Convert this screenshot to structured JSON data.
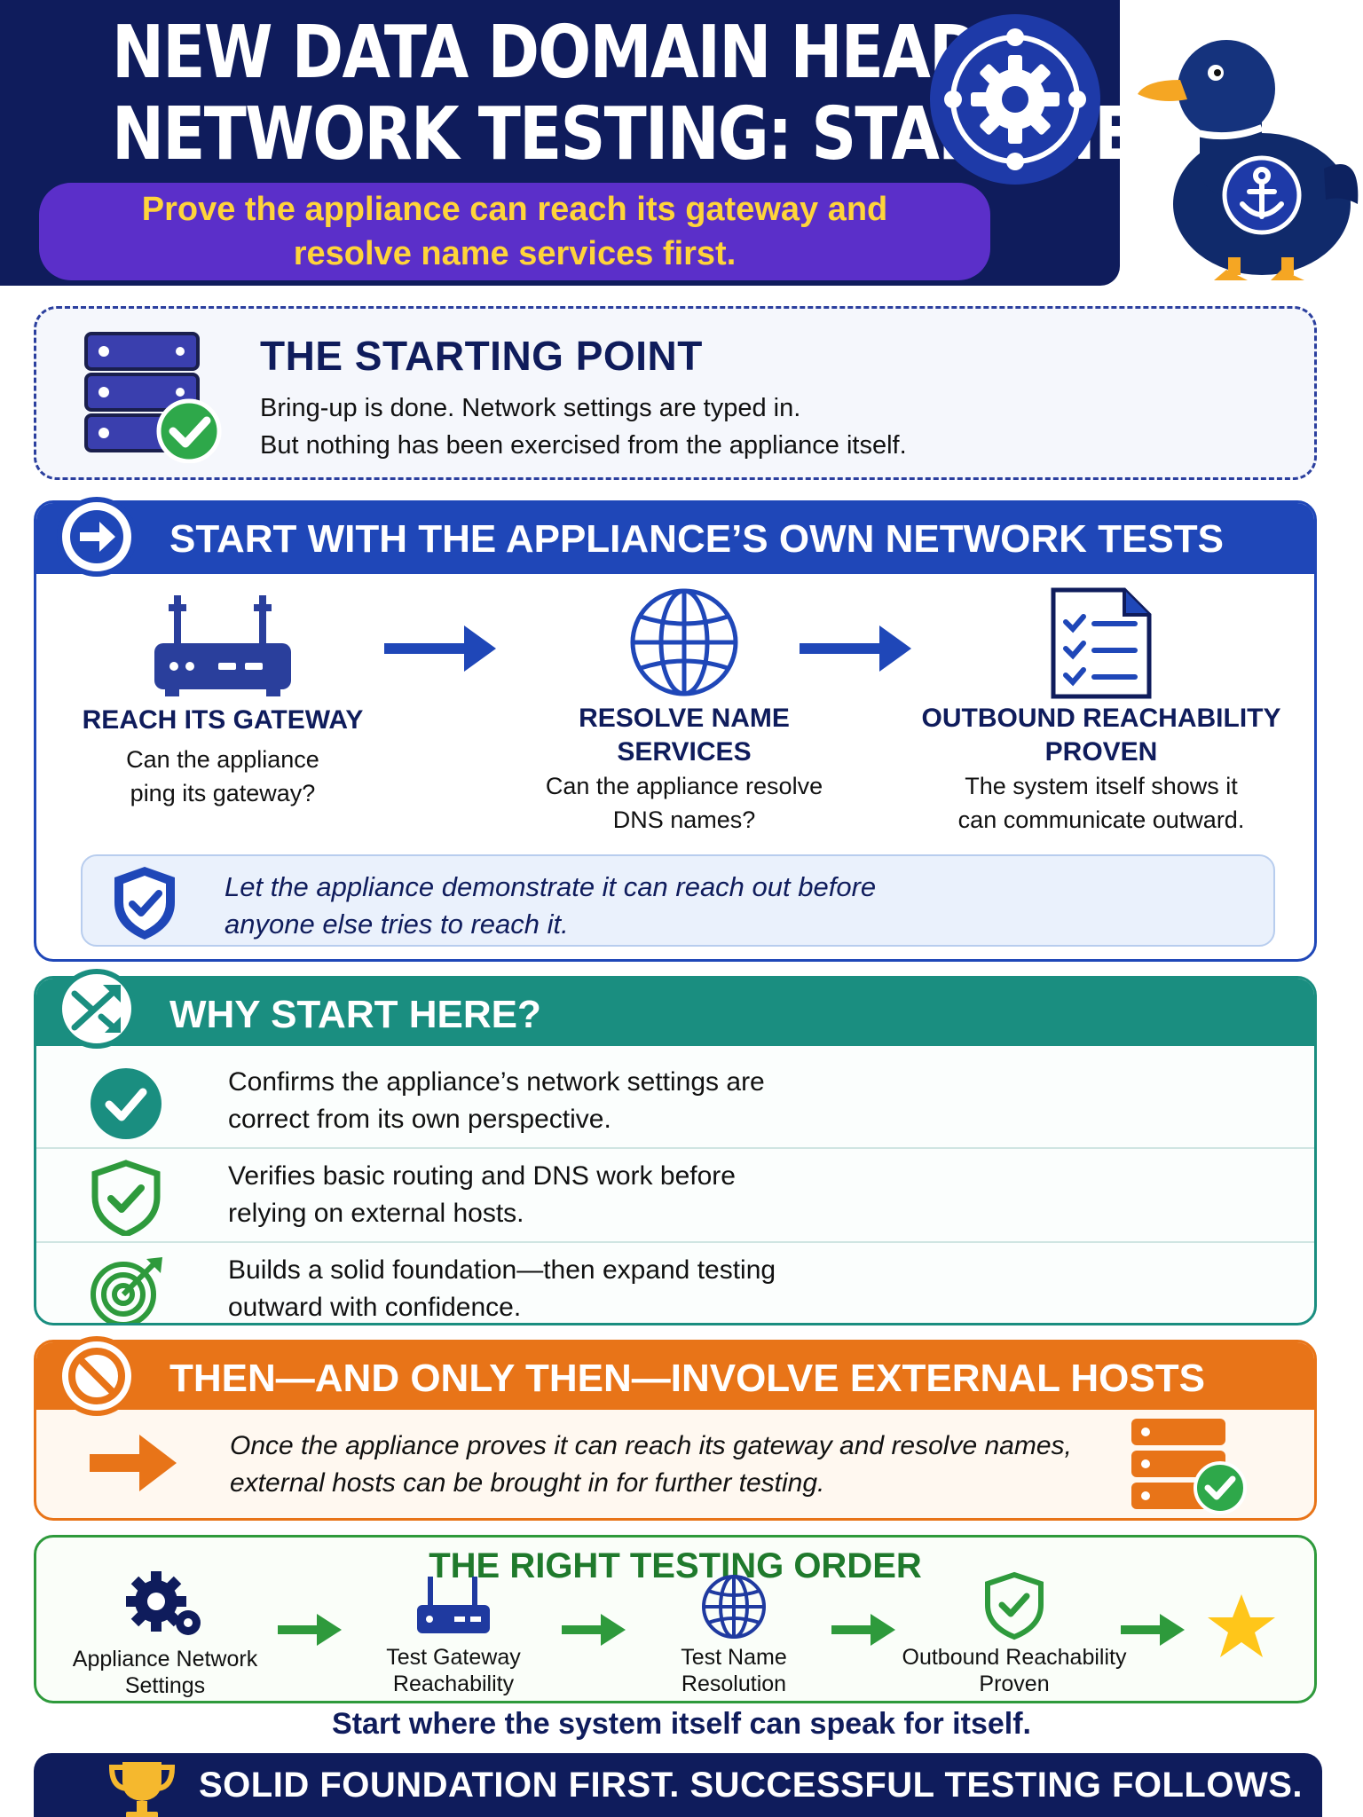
{
  "header": {
    "title_line1": "NEW DATA DOMAIN HEAD",
    "title_line2": "NETWORK TESTING: START HERE",
    "subtitle_line1": "Prove the appliance can reach its gateway and",
    "subtitle_line2": "resolve name services first.",
    "colors": {
      "navy": "#0f1c5c",
      "purple": "#5b2fc9",
      "yellow": "#ffd43a"
    }
  },
  "starting_point": {
    "heading": "THE STARTING POINT",
    "line1": "Bring-up is done. Network settings are typed in.",
    "line2": "But nothing has been exercised from the appliance itself."
  },
  "own_tests": {
    "heading": "START WITH THE APPLIANCE’S OWN NETWORK TESTS",
    "steps": [
      {
        "icon": "router-icon",
        "title_line1": "REACH ITS GATEWAY",
        "title_line2": "",
        "desc_line1": "Can the appliance",
        "desc_line2": "ping its gateway?"
      },
      {
        "icon": "globe-icon",
        "title_line1": "RESOLVE NAME",
        "title_line2": "SERVICES",
        "desc_line1": "Can the appliance resolve",
        "desc_line2": "DNS names?"
      },
      {
        "icon": "checklist-icon",
        "title_line1": "OUTBOUND REACHABILITY",
        "title_line2": "PROVEN",
        "desc_line1": "The system itself shows it",
        "desc_line2": "can communicate outward."
      }
    ],
    "callout_line1": "Let the appliance demonstrate it can reach out before",
    "callout_line2": "anyone else tries to reach it.",
    "color": "#1f47b8"
  },
  "why": {
    "heading": "WHY START HERE?",
    "items": [
      {
        "icon": "check-circle-icon",
        "line1": "Confirms the appliance’s network settings are",
        "line2": "correct from its own perspective."
      },
      {
        "icon": "shield-check-icon",
        "line1": "Verifies basic routing and DNS work before",
        "line2": "relying on external hosts."
      },
      {
        "icon": "target-icon",
        "line1": "Builds a solid foundation—then expand testing",
        "line2": "outward with confidence."
      }
    ],
    "color": "#1a8e80"
  },
  "external": {
    "heading": "THEN—AND ONLY THEN—INVOLVE EXTERNAL HOSTS",
    "line1": "Once the appliance proves it can reach its gateway and resolve names,",
    "line2": "external hosts can be brought in for further testing.",
    "color": "#e87418"
  },
  "order": {
    "heading": "THE RIGHT TESTING ORDER",
    "items": [
      {
        "icon": "gears-icon",
        "line1": "Appliance Network",
        "line2": "Settings"
      },
      {
        "icon": "router-icon",
        "line1": "Test Gateway",
        "line2": "Reachability"
      },
      {
        "icon": "globe-icon",
        "line1": "Test Name",
        "line2": "Resolution"
      },
      {
        "icon": "shield-check-icon",
        "line1": "Outbound Reachability",
        "line2": "Proven"
      },
      {
        "icon": "star-icon",
        "line1": "",
        "line2": ""
      }
    ],
    "color": "#2e9a3c"
  },
  "tagline": "Start where the system itself can speak for itself.",
  "footer": {
    "text": "SOLID FOUNDATION FIRST. SUCCESSFUL TESTING FOLLOWS."
  }
}
